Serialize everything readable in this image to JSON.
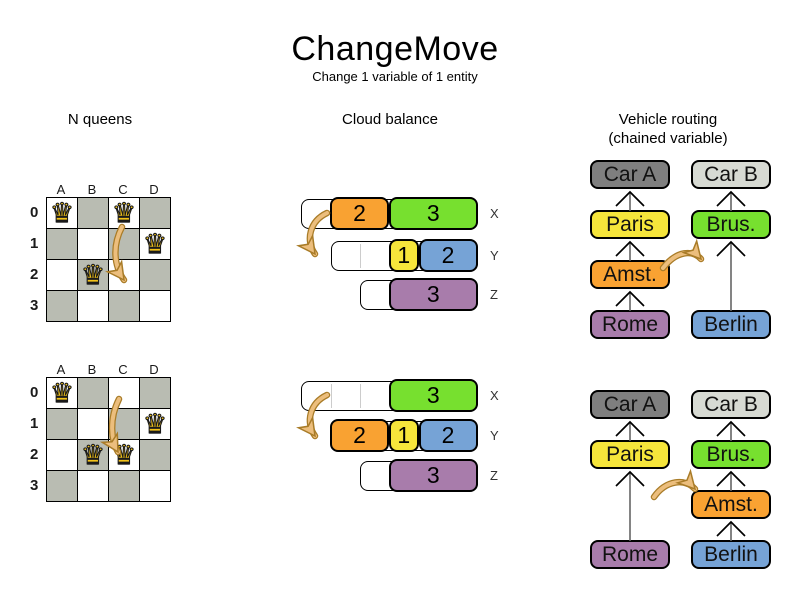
{
  "title": "ChangeMove",
  "subtitle": "Change 1 variable of 1 entity",
  "sections": [
    {
      "label": "N queens"
    },
    {
      "label": "Cloud balance"
    },
    {
      "label": "Vehicle routing",
      "sublabel": "(chained variable)"
    }
  ],
  "icons": {
    "queen": "♛",
    "move_arrow": "curved-tan-arrow"
  },
  "colors": {
    "board_dark": "#b9bcb2",
    "queen_gold": "#f2c219",
    "arrow_fill": "#ecbe7d",
    "arrow_stroke": "#a97c28",
    "link_line": "#666666",
    "chevron": "#000000",
    "divider": "#cccccc",
    "orange": "#f9a232",
    "green": "#77e02f",
    "yellow": "#f6e53b",
    "blue": "#76a3d6",
    "purple": "#a87cab",
    "car_a": "#7f7f7f",
    "car_b": "#d7dad3"
  },
  "nqueens": {
    "columns": [
      "A",
      "B",
      "C",
      "D"
    ],
    "rows": [
      "0",
      "1",
      "2",
      "3"
    ],
    "states": [
      {
        "queens": [
          "A0",
          "C0",
          "D1",
          "B2"
        ],
        "move": "queen C0 to C2"
      },
      {
        "queens": [
          "A0",
          "D1",
          "B2",
          "C2"
        ],
        "move": "queen C0 to C2"
      }
    ]
  },
  "cloud": {
    "computer_labels": [
      "X",
      "Y",
      "Z"
    ],
    "states": [
      {
        "rows": [
          {
            "label": "X",
            "capacity": 6,
            "segments": [
              {
                "value": "2",
                "color": "orange"
              },
              {
                "value": "3",
                "color": "green"
              }
            ]
          },
          {
            "label": "Y",
            "capacity": 5,
            "segments": [
              {
                "value": "1",
                "color": "yellow"
              },
              {
                "value": "2",
                "color": "blue"
              }
            ]
          },
          {
            "label": "Z",
            "capacity": 4,
            "segments": [
              {
                "value": "3",
                "color": "purple"
              }
            ]
          }
        ],
        "move": "process 2 from X to Y"
      },
      {
        "rows": [
          {
            "label": "X",
            "capacity": 6,
            "segments": [
              {
                "value": "3",
                "color": "green"
              }
            ]
          },
          {
            "label": "Y",
            "capacity": 5,
            "segments": [
              {
                "value": "2",
                "color": "orange"
              },
              {
                "value": "1",
                "color": "yellow"
              },
              {
                "value": "2",
                "color": "blue"
              }
            ]
          },
          {
            "label": "Z",
            "capacity": 4,
            "segments": [
              {
                "value": "3",
                "color": "purple"
              }
            ]
          }
        ],
        "move": "process 2 from X to Y"
      }
    ]
  },
  "vehicle": {
    "states": [
      {
        "nodes": [
          {
            "label": "Car A",
            "color": "car_a",
            "col": 0,
            "slot": 0
          },
          {
            "label": "Paris",
            "color": "yellow",
            "col": 0,
            "slot": 1
          },
          {
            "label": "Amst.",
            "color": "orange",
            "col": 0,
            "slot": 2
          },
          {
            "label": "Rome",
            "color": "purple",
            "col": 0,
            "slot": 3
          },
          {
            "label": "Car B",
            "color": "car_b",
            "col": 1,
            "slot": 0
          },
          {
            "label": "Brus.",
            "color": "green",
            "col": 1,
            "slot": 1
          },
          {
            "label": "Berlin",
            "color": "blue",
            "col": 1,
            "slot": 3
          }
        ],
        "links": [
          [
            "Rome",
            "Amst."
          ],
          [
            "Amst.",
            "Paris"
          ],
          [
            "Paris",
            "Car A"
          ],
          [
            "Berlin",
            "Brus."
          ],
          [
            "Brus.",
            "Car B"
          ]
        ],
        "move": "Amst. to chain of Car B"
      },
      {
        "nodes": [
          {
            "label": "Car A",
            "color": "car_a",
            "col": 0,
            "slot": 0
          },
          {
            "label": "Paris",
            "color": "yellow",
            "col": 0,
            "slot": 1
          },
          {
            "label": "Rome",
            "color": "purple",
            "col": 0,
            "slot": 3
          },
          {
            "label": "Car B",
            "color": "car_b",
            "col": 1,
            "slot": 0
          },
          {
            "label": "Brus.",
            "color": "green",
            "col": 1,
            "slot": 1
          },
          {
            "label": "Amst.",
            "color": "orange",
            "col": 1,
            "slot": 2
          },
          {
            "label": "Berlin",
            "color": "blue",
            "col": 1,
            "slot": 3
          }
        ],
        "links": [
          [
            "Rome",
            "Paris"
          ],
          [
            "Paris",
            "Car A"
          ],
          [
            "Berlin",
            "Amst."
          ],
          [
            "Amst.",
            "Brus."
          ],
          [
            "Brus.",
            "Car B"
          ]
        ],
        "move": "Amst. to chain of Car B"
      }
    ]
  }
}
